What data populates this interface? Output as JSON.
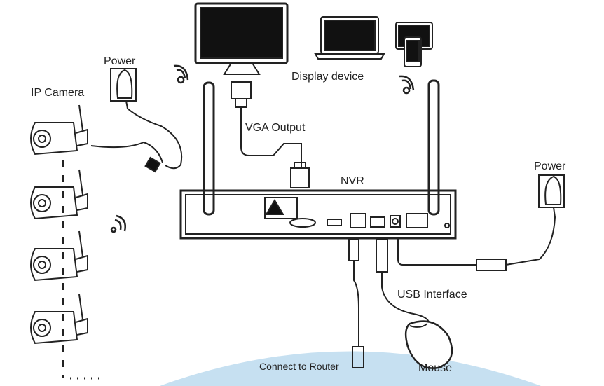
{
  "labels": {
    "power_left": "Power",
    "ip_camera": "IP Camera",
    "display_device": "Display device",
    "vga_output": "VGA Output",
    "nvr": "NVR",
    "power_right": "Power",
    "usb_interface": "USB Interface",
    "connect_router": "Connect to Router",
    "mouse": "Mouse"
  },
  "colors": {
    "line": "#222222",
    "router_area": "#c6e0f1"
  }
}
